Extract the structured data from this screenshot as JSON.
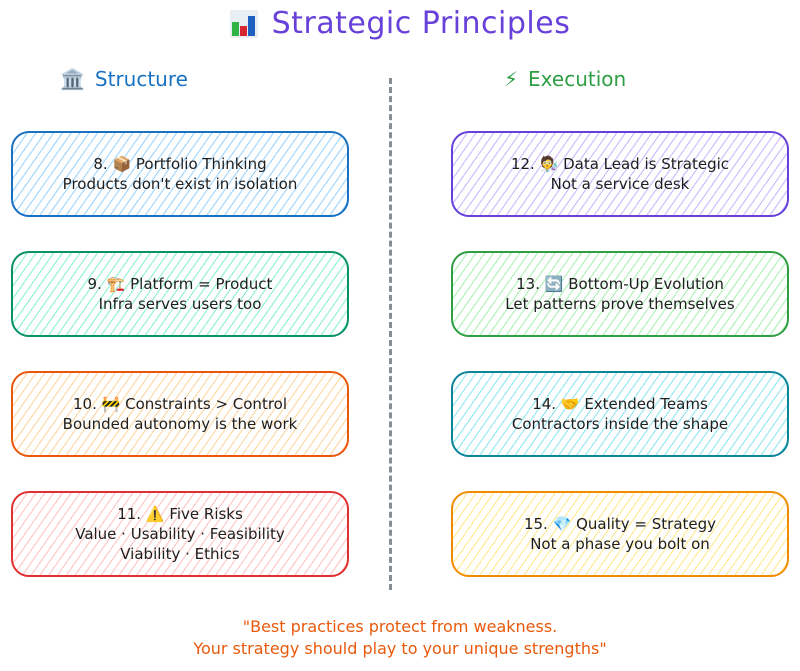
{
  "title": {
    "icon": "bar-chart-icon",
    "text": "Strategic Principles",
    "color": "#6741d9"
  },
  "columns": {
    "structure": {
      "icon": "classical-building-icon",
      "glyph": "🏛️",
      "label": "Structure",
      "color": "#1971c2"
    },
    "execution": {
      "icon": "lightning-icon",
      "glyph": "⚡",
      "label": "Execution",
      "color": "#2f9e44"
    }
  },
  "cards": {
    "c8": {
      "number": "8.",
      "icon": "package-icon",
      "glyph": "📦",
      "title": "Portfolio Thinking",
      "lines": [
        "Products don't exist in isolation"
      ],
      "stroke": "#1971c2",
      "fill": "#a5d8ff"
    },
    "c9": {
      "number": "9.",
      "icon": "crane-icon",
      "glyph": "🏗️",
      "title": "Platform = Product",
      "lines": [
        "Infra serves users too"
      ],
      "stroke": "#099268",
      "fill": "#96f2d7"
    },
    "c10": {
      "number": "10.",
      "icon": "construction-icon",
      "glyph": "🚧",
      "title": "Constraints > Control",
      "lines": [
        "Bounded autonomy is the work"
      ],
      "stroke": "#e8590c",
      "fill": "#ffd8a8"
    },
    "c11": {
      "number": "11.",
      "icon": "warning-icon",
      "glyph": "⚠️",
      "title": "Five Risks",
      "lines": [
        "Value · Usability · Feasibility",
        "Viability · Ethics"
      ],
      "stroke": "#e03131",
      "fill": "#ffc9c9"
    },
    "c12": {
      "number": "12.",
      "icon": "scientist-icon",
      "glyph": "🧑‍🔬",
      "title": "Data Lead is Strategic",
      "lines": [
        "Not a service desk"
      ],
      "stroke": "#6741d9",
      "fill": "#d0bfff"
    },
    "c13": {
      "number": "13.",
      "icon": "refresh-icon",
      "glyph": "🔄",
      "title": "Bottom-Up Evolution",
      "lines": [
        "Let patterns prove themselves"
      ],
      "stroke": "#2f9e44",
      "fill": "#b2f2bb"
    },
    "c14": {
      "number": "14.",
      "icon": "handshake-icon",
      "glyph": "🤝",
      "title": "Extended Teams",
      "lines": [
        "Contractors inside the shape"
      ],
      "stroke": "#0c8599",
      "fill": "#99e9f2"
    },
    "c15": {
      "number": "15.",
      "icon": "gem-icon",
      "glyph": "💎",
      "title": "Quality = Strategy",
      "lines": [
        "Not a phase you bolt on"
      ],
      "stroke": "#f08c00",
      "fill": "#ffec99"
    }
  },
  "quote": {
    "line1": "\"Best practices protect from weakness.",
    "line2": "Your strategy should play to your unique strengths\"",
    "color": "#e8590c"
  }
}
